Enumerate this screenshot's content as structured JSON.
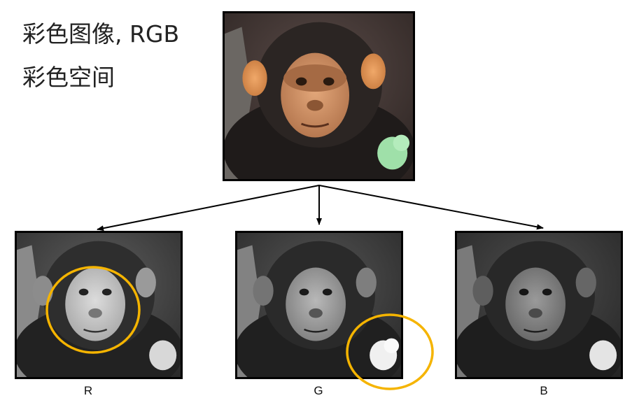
{
  "heading": {
    "line1": "彩色图像, RGB",
    "line2": "彩色空间"
  },
  "channels": [
    {
      "label": "R"
    },
    {
      "label": "G"
    },
    {
      "label": "B"
    }
  ],
  "colors": {
    "arrow": "#000000",
    "highlight_circle": "#F5B400",
    "frame_border": "#000000"
  },
  "icons": {
    "main_image": "chimpanzee-color-photo",
    "r_image": "chimpanzee-red-channel-grayscale",
    "g_image": "chimpanzee-green-channel-grayscale",
    "b_image": "chimpanzee-blue-channel-grayscale"
  }
}
